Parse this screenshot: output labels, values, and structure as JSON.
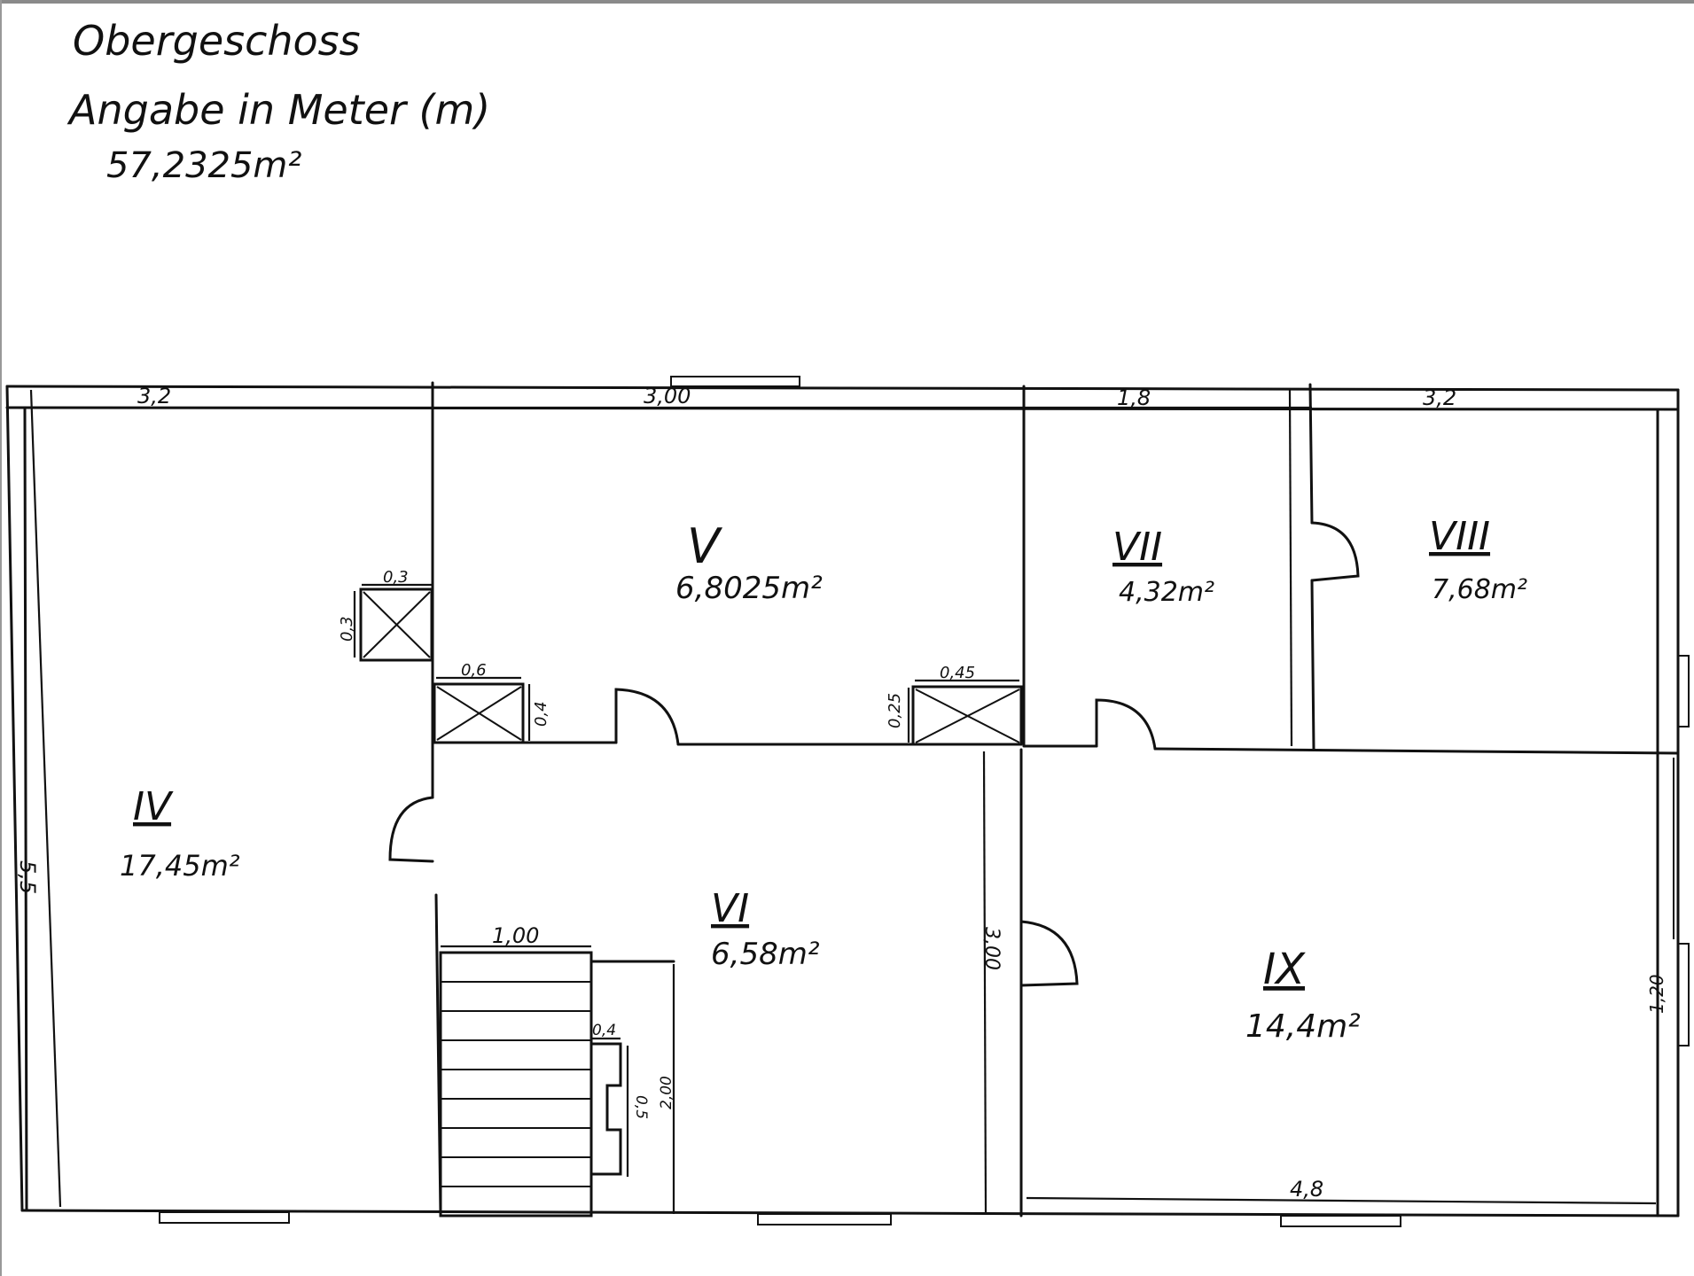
{
  "header": {
    "title": "Obergeschoss",
    "unit_note": "Angabe in Meter (m)",
    "total_area": "57,2325m²"
  },
  "rooms": [
    {
      "id": "IV",
      "label": "IV",
      "area": "17,45m²"
    },
    {
      "id": "V",
      "label": "V",
      "area": "6,8025m²"
    },
    {
      "id": "VI",
      "label": "VI",
      "area": "6,58m²"
    },
    {
      "id": "VII",
      "label": "VII",
      "area": "4,32m²"
    },
    {
      "id": "VIII",
      "label": "VIII",
      "area": "7,68m²"
    },
    {
      "id": "IX",
      "label": "IX",
      "area": "14,4m²"
    }
  ],
  "dimensions": {
    "top_iv": "3,2",
    "top_v": "3,00",
    "top_vii": "1,8",
    "top_viii": "3,2",
    "left_height": "5,5",
    "shaft1_width": "0,3",
    "shaft1_height": "0,3",
    "shaft2_width": "0,6",
    "shaft2_height": "0,4",
    "shaft3_width": "0,45",
    "shaft3_height": "0,25",
    "stair_width": "1,00",
    "stair_height": "2,00",
    "stair_small_width": "0,4",
    "stair_small_height": "0,5",
    "vi_height": "3,00",
    "ix_width": "4,8",
    "right_side": "1,20"
  }
}
